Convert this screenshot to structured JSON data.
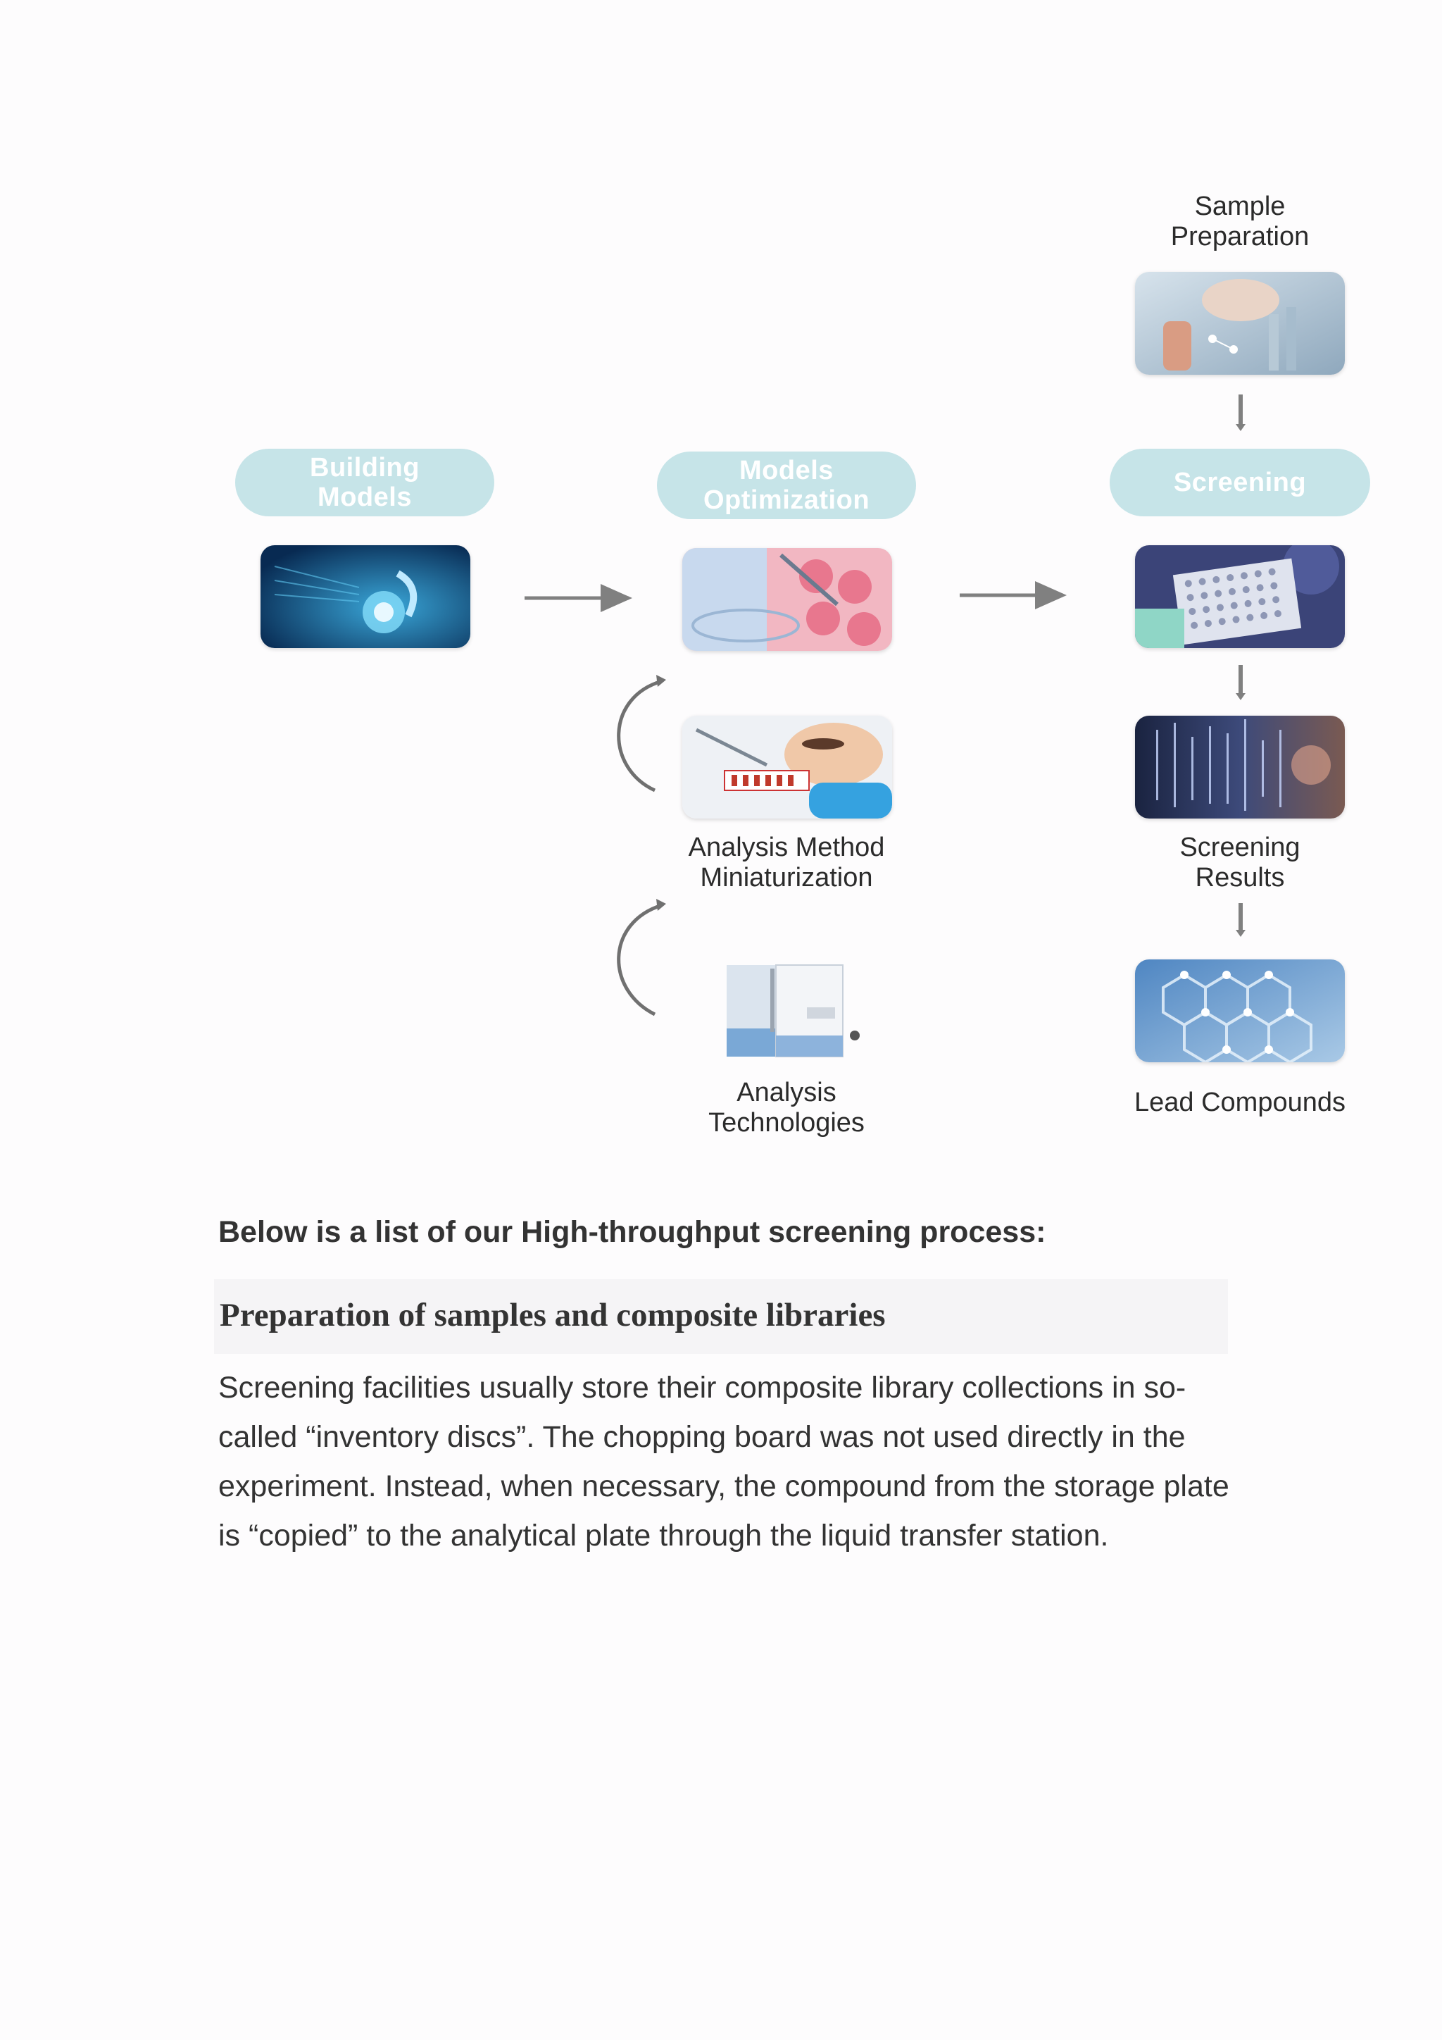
{
  "diagram": {
    "stages": {
      "building_models": "Building\nModels",
      "models_optimization": "Models\nOptimization",
      "screening": "Screening"
    },
    "labels": {
      "sample_preparation": "Sample\nPreparation",
      "analysis_method_miniaturization": "Analysis Method\nMiniaturization",
      "analysis_technologies": "Analysis\nTechnologies",
      "screening_results": "Screening\nResults",
      "lead_compounds": "Lead Compounds"
    },
    "images": [
      "sample-preparation-photo",
      "building-models-photo",
      "models-optimization-photo",
      "screening-plate-photo",
      "analysis-method-photo",
      "screening-results-photo",
      "analysis-instrument-photo",
      "lead-compounds-photo"
    ],
    "colors": {
      "pill": "#c6e4e8",
      "arrow": "#808080"
    }
  },
  "content": {
    "list_intro": "Below is a list of our High-throughput screening process:",
    "section_heading": "Preparation of samples and composite libraries",
    "paragraph": "Screening facilities usually store their composite library collections in so-called “inventory discs”. The chopping board was not used directly in the experiment. Instead, when necessary, the compound from the storage plate is “copied” to the analytical plate through the liquid transfer station."
  }
}
